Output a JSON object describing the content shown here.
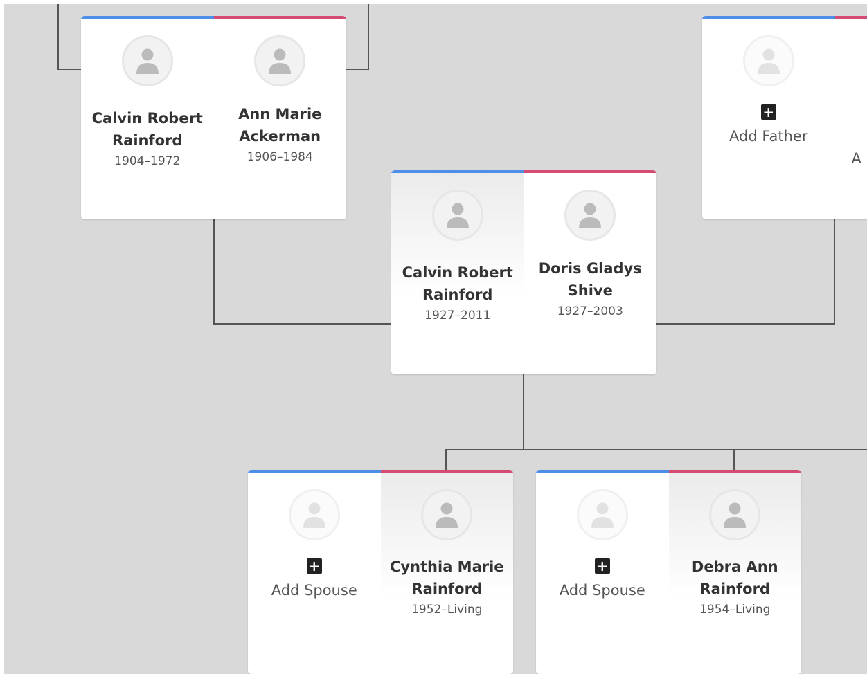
{
  "tree": {
    "top_left_couple": {
      "father": {
        "name_line1": "Calvin Robert",
        "name_line2": "Rainford",
        "dates": "1904–1972"
      },
      "mother": {
        "name_line1": "Ann Marie",
        "name_line2": "Ackerman",
        "dates": "1906–1984"
      }
    },
    "top_right_couple": {
      "father": {
        "add_icon": "+",
        "add_label": "Add Father"
      },
      "mother": {
        "add_label": "A"
      }
    },
    "center_couple": {
      "father": {
        "name_line1": "Calvin Robert",
        "name_line2": "Rainford",
        "dates": "1927–2011"
      },
      "mother": {
        "name_line1": "Doris Gladys",
        "name_line2": "Shive",
        "dates": "1927–2003"
      }
    },
    "child_left_couple": {
      "spouse": {
        "add_icon": "+",
        "add_label": "Add Spouse"
      },
      "person": {
        "name_line1": "Cynthia Marie",
        "name_line2": "Rainford",
        "dates": "1952–Living"
      }
    },
    "child_right_couple": {
      "spouse": {
        "add_icon": "+",
        "add_label": "Add Spouse"
      },
      "person": {
        "name_line1": "Debra Ann",
        "name_line2": "Rainford",
        "dates": "1954–Living"
      }
    }
  },
  "colors": {
    "male_accent": "#4f8ee6",
    "female_accent": "#d44c73",
    "background": "#d9d9d9",
    "connector": "#555555"
  },
  "icons": {
    "avatar": "person-silhouette-icon",
    "add": "plus-square-icon"
  }
}
